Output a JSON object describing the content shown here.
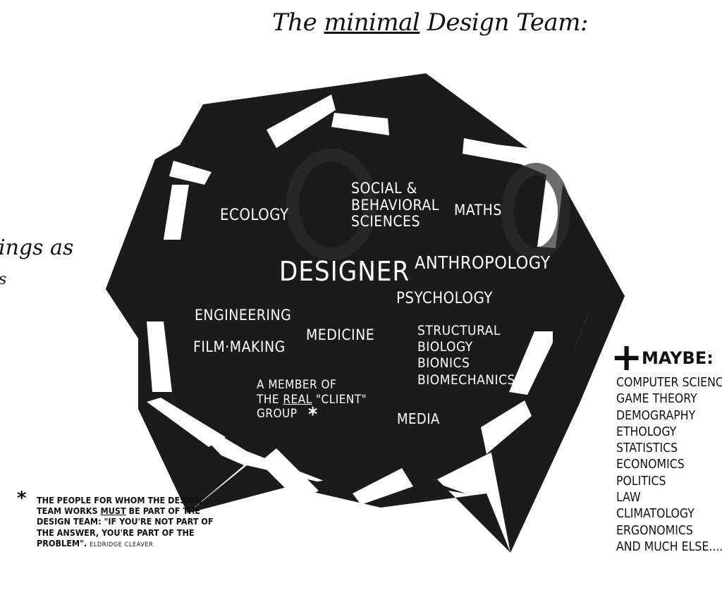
{
  "title": {
    "prefix": "The ",
    "emphasis": "minimal",
    "suffix": " Design Team:"
  },
  "left_fragments": {
    "line1": "ings as",
    "line2": "s"
  },
  "diagram": {
    "background": "#1b1b1b",
    "text_color": "#ffffff",
    "labels": {
      "ecology": "ECOLOGY",
      "social_sciences": "SOCIAL &\nBEHAVIORAL\nSCIENCES",
      "maths": "MATHS",
      "designer": "DESIGNER",
      "anthropology": "ANTHROPOLOGY",
      "psychology": "PSYCHOLOGY",
      "engineering": "ENGINEERING",
      "film_making": "FILM·MAKING",
      "medicine": "MEDICINE",
      "structural": "STRUCTURAL\nBIOLOGY\nBIONICS\nBIOMECHANICS",
      "member_line1": "A MEMBER OF",
      "member_line2_pre": "THE ",
      "member_line2_real": "REAL",
      "member_line2_post": " \"CLIENT\"",
      "member_line3": "GROUP",
      "member_asterisk": "*",
      "media": "MEDIA"
    }
  },
  "maybe": {
    "plus": "+",
    "label": "MAYBE:",
    "items": [
      "COMPUTER SCIENCE",
      "GAME THEORY",
      "DEMOGRAPHY",
      "ETHOLOGY",
      "STATISTICS",
      "ECONOMICS",
      "POLITICS",
      "LAW",
      "CLIMATOLOGY",
      "ERGONOMICS",
      "AND MUCH ELSE...."
    ]
  },
  "footnote": {
    "star": "*",
    "part1": "THE PEOPLE FOR WHOM THE DESIGN TEAM WORKS ",
    "must": "MUST",
    "part2": " BE PART OF THE DESIGN TEAM: \"IF YOU'RE NOT PART OF THE ANSWER, YOU'RE PART OF THE PROBLEM\". ",
    "attribution": "ELDRIDGE CLEAVER"
  }
}
